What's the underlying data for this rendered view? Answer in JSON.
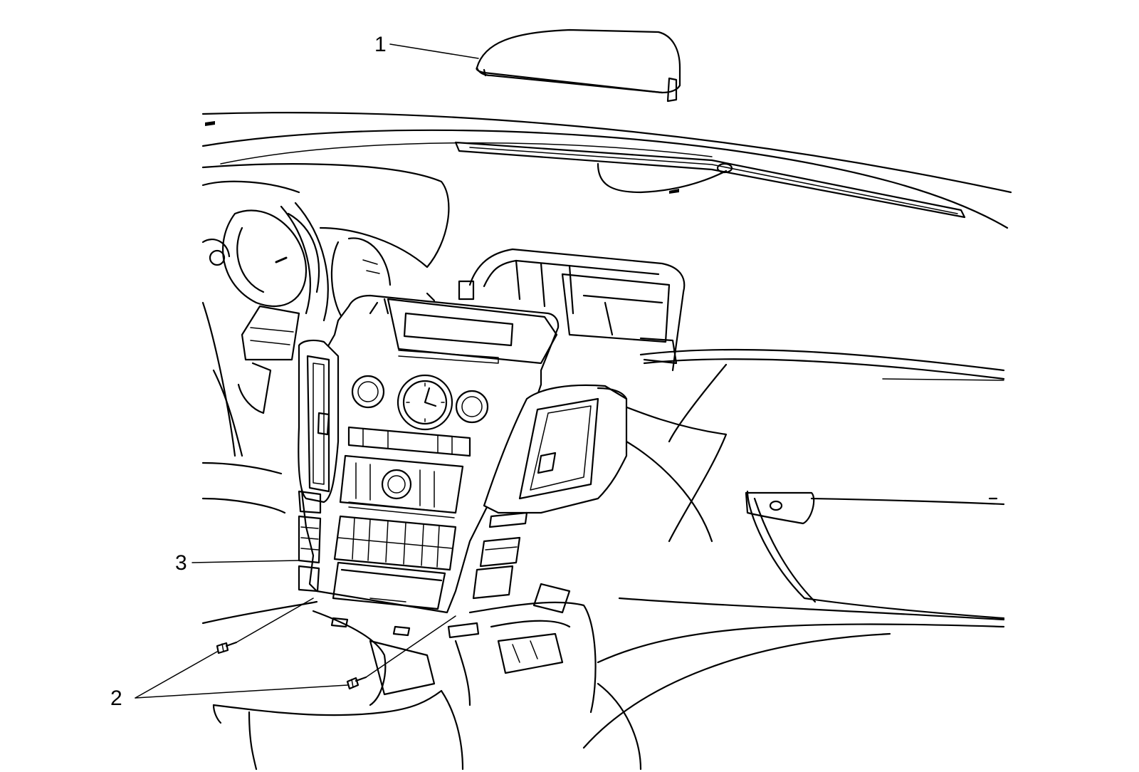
{
  "callouts": [
    {
      "number": "1",
      "part": "trim-cover"
    },
    {
      "number": "2",
      "part": "fasteners"
    },
    {
      "number": "3",
      "part": "instrument-panel-center-trim-plate"
    }
  ],
  "colors": {
    "line": "#000000",
    "background": "#ffffff"
  }
}
